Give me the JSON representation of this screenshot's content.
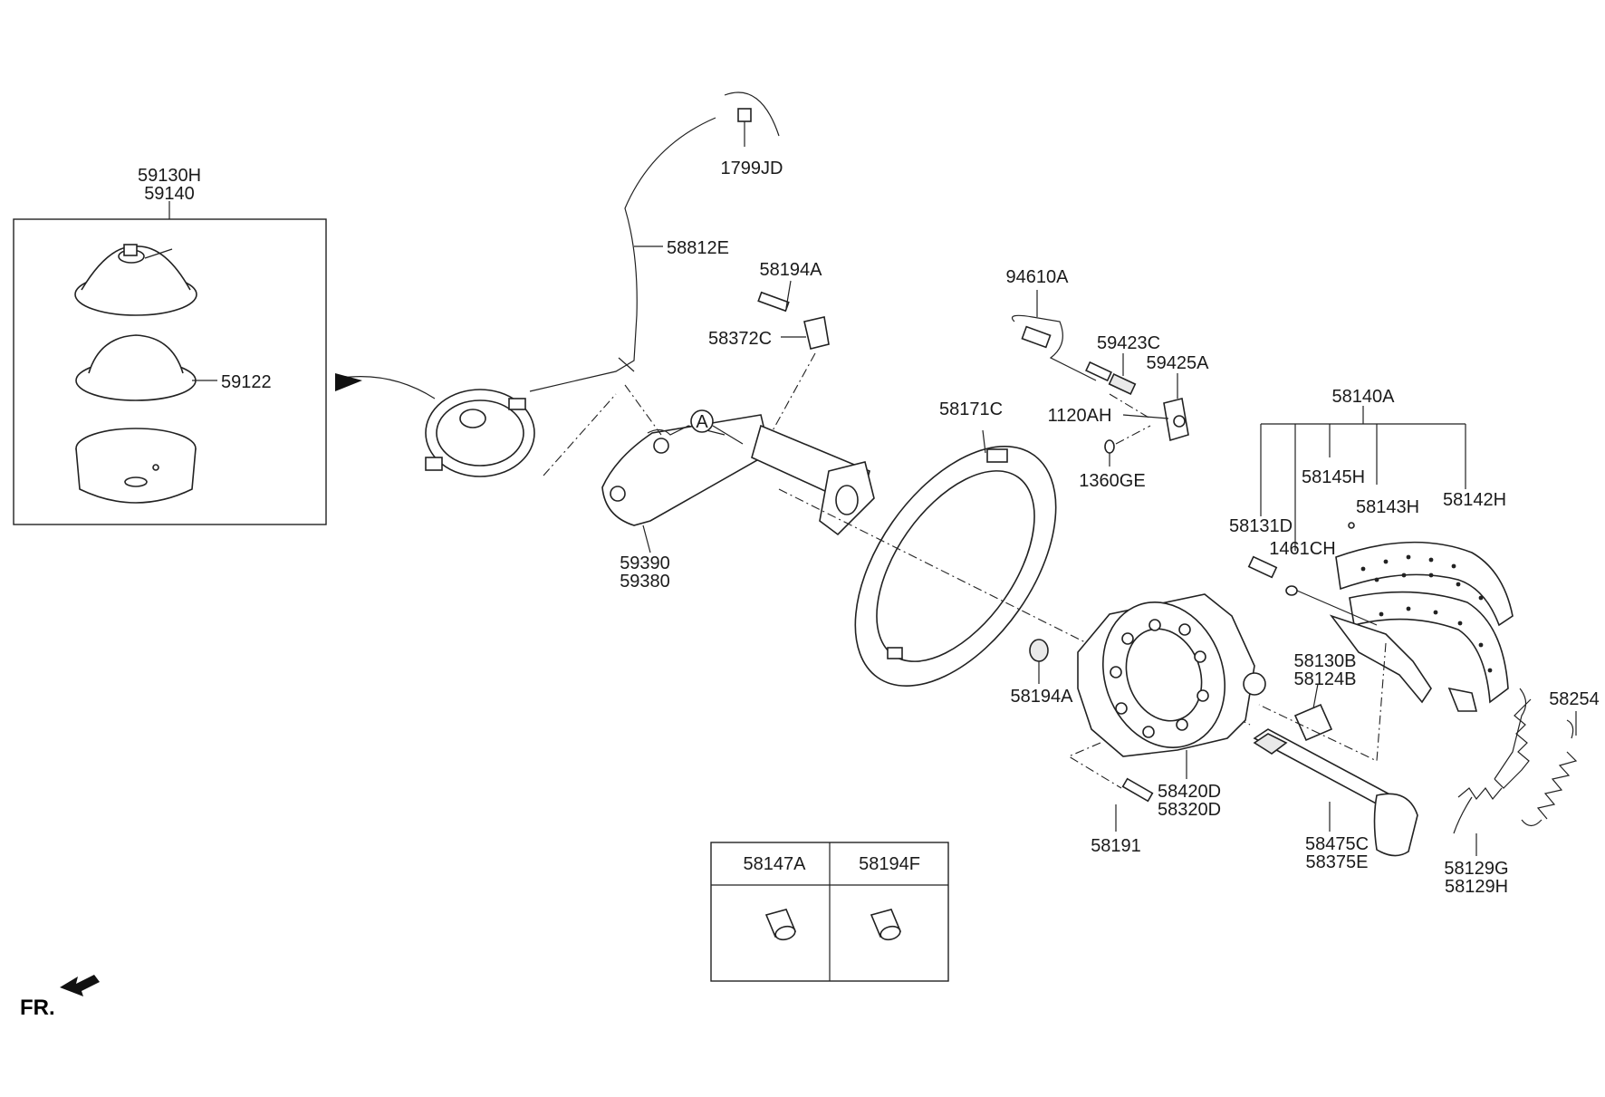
{
  "labels": {
    "p59130H": "59130H",
    "p59140": "59140",
    "p59122": "59122",
    "p1799JD": "1799JD",
    "p58812E": "58812E",
    "p58194A_top": "58194A",
    "p58372C": "58372C",
    "p59390": "59390",
    "p59380": "59380",
    "pA": "A",
    "p94610A": "94610A",
    "p59423C": "59423C",
    "p59425A": "59425A",
    "p58171C": "58171C",
    "p1120AH": "1120AH",
    "p1360GE": "1360GE",
    "p58140A": "58140A",
    "p58145H": "58145H",
    "p58143H": "58143H",
    "p58142H": "58142H",
    "p58131D": "58131D",
    "p1461CH": "1461CH",
    "p58130B": "58130B",
    "p58124B": "58124B",
    "p58194A_bottom": "58194A",
    "p58420D": "58420D",
    "p58320D": "58320D",
    "p58254": "58254",
    "p58191": "58191",
    "p58475C": "58475C",
    "p58375E": "58375E",
    "p58129G": "58129G",
    "p58129H": "58129H"
  },
  "table": {
    "col1": "58147A",
    "col2": "58194F"
  },
  "footer": {
    "front": "FR."
  }
}
